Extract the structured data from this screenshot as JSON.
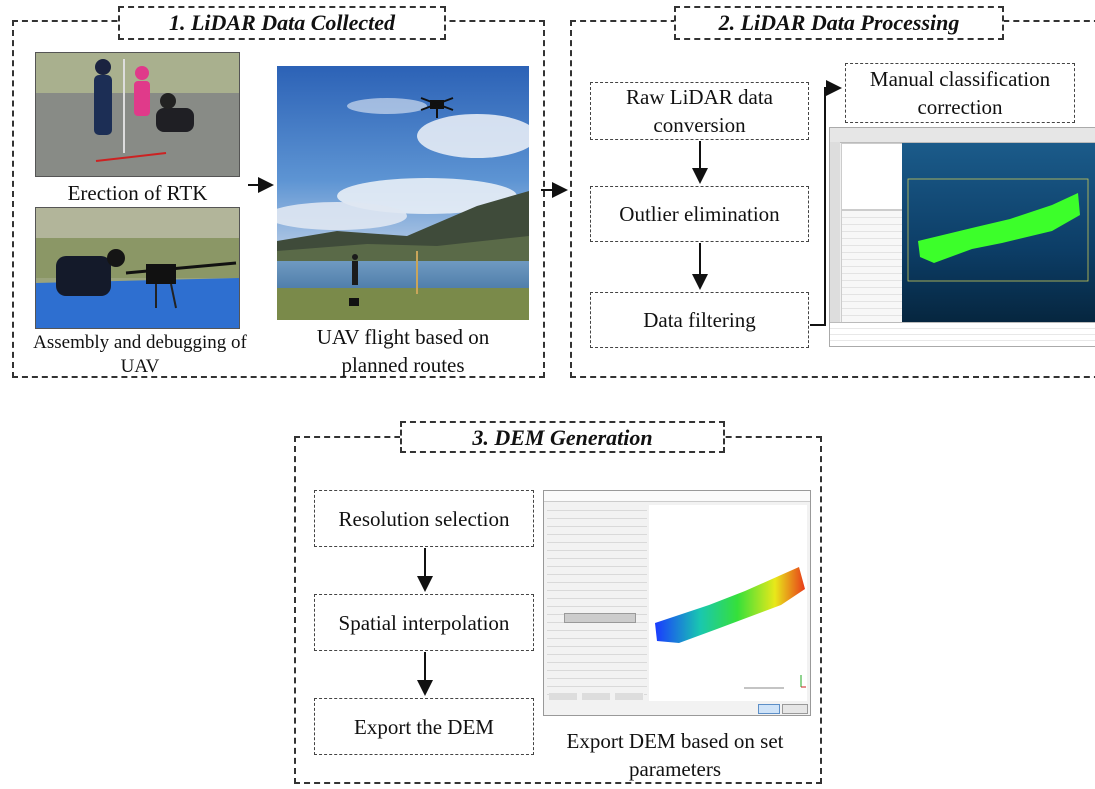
{
  "section1": {
    "title": "1. LiDAR Data Collected",
    "caption_rtk": "Erection of RTK",
    "caption_assembly": "Assembly and debugging of UAV",
    "caption_flight": "UAV flight based on planned routes"
  },
  "section2": {
    "title": "2. LiDAR Data Processing",
    "steps": [
      "Raw LiDAR data conversion",
      "Outlier elimination",
      "Data filtering"
    ],
    "manual": "Manual classification correction"
  },
  "section3": {
    "title": "3. DEM Generation",
    "steps": [
      "Resolution selection",
      "Spatial interpolation",
      "Export the DEM"
    ],
    "caption_export": "Export DEM based on set parameters"
  },
  "colors": {
    "sky": "#3a78c4",
    "cloud": "#e8eef6",
    "grass": "#7a8a4a",
    "point_cloud_bg": "#0f4a7a",
    "point_cloud": "#3cff2a",
    "dem_high": "#e83a1a",
    "dem_low": "#1a3aff"
  }
}
